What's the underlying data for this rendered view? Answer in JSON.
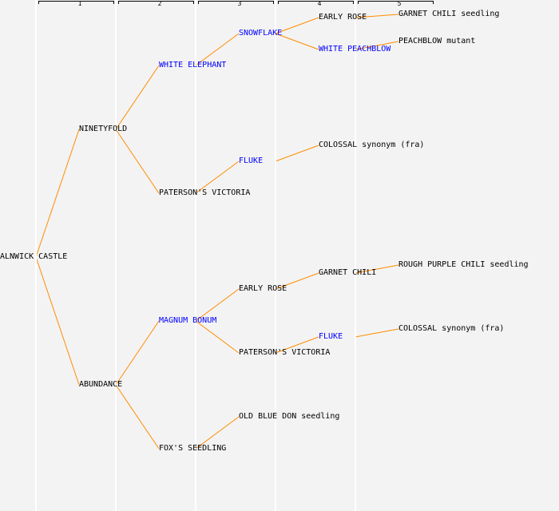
{
  "generations": [
    "1",
    "2",
    "3",
    "4",
    "5"
  ],
  "colors": {
    "line": "#ff8c00",
    "link": "#0000ff",
    "text": "#000000"
  },
  "tree": {
    "name": "ALNWICK CASTLE",
    "link": false,
    "parents": [
      {
        "role": "seed",
        "name": "NINETYFOLD",
        "link": false,
        "parents": [
          {
            "role": "seed",
            "name": "WHITE ELEPHANT",
            "link": true,
            "parents": [
              {
                "role": "seed",
                "name": "SNOWFLAKE",
                "link": true,
                "parents": [
                  {
                    "role": "seed",
                    "name": "EARLY ROSE",
                    "link": false,
                    "parents": [
                      {
                        "role": "seed",
                        "name": "GARNET CHILI seedling",
                        "link": false,
                        "parents": []
                      }
                    ]
                  },
                  {
                    "role": "pollen",
                    "name": "WHITE PEACHBLOW",
                    "link": true,
                    "parents": [
                      {
                        "role": "seed",
                        "name": "PEACHBLOW mutant",
                        "link": false,
                        "parents": []
                      }
                    ]
                  }
                ]
              }
            ]
          },
          {
            "role": "pollen",
            "name": "PATERSON'S VICTORIA",
            "link": false,
            "parents": [
              {
                "role": "seed",
                "name": "FLUKE",
                "link": true,
                "parents": [
                  {
                    "role": "seed",
                    "name": "COLOSSAL synonym (fra)",
                    "link": false,
                    "parents": []
                  }
                ]
              }
            ]
          }
        ]
      },
      {
        "role": "pollen",
        "name": "ABUNDANCE",
        "link": false,
        "parents": [
          {
            "role": "seed",
            "name": "MAGNUM BONUM",
            "link": true,
            "parents": [
              {
                "role": "seed",
                "name": "EARLY ROSE",
                "link": false,
                "parents": [
                  {
                    "role": "seed",
                    "name": "GARNET CHILI",
                    "link": false,
                    "parents": [
                      {
                        "role": "seed",
                        "name": "ROUGH PURPLE CHILI seedling",
                        "link": false,
                        "parents": []
                      }
                    ]
                  }
                ]
              },
              {
                "role": "pollen",
                "name": "PATERSON'S VICTORIA",
                "link": false,
                "parents": [
                  {
                    "role": "seed",
                    "name": "FLUKE",
                    "link": true,
                    "parents": [
                      {
                        "role": "seed",
                        "name": "COLOSSAL synonym (fra)",
                        "link": false,
                        "parents": []
                      }
                    ]
                  }
                ]
              }
            ]
          },
          {
            "role": "pollen",
            "name": "FOX'S SEEDLING",
            "link": false,
            "parents": [
              {
                "role": "seed",
                "name": "OLD BLUE DON seedling",
                "link": false,
                "parents": []
              }
            ]
          }
        ]
      }
    ]
  }
}
